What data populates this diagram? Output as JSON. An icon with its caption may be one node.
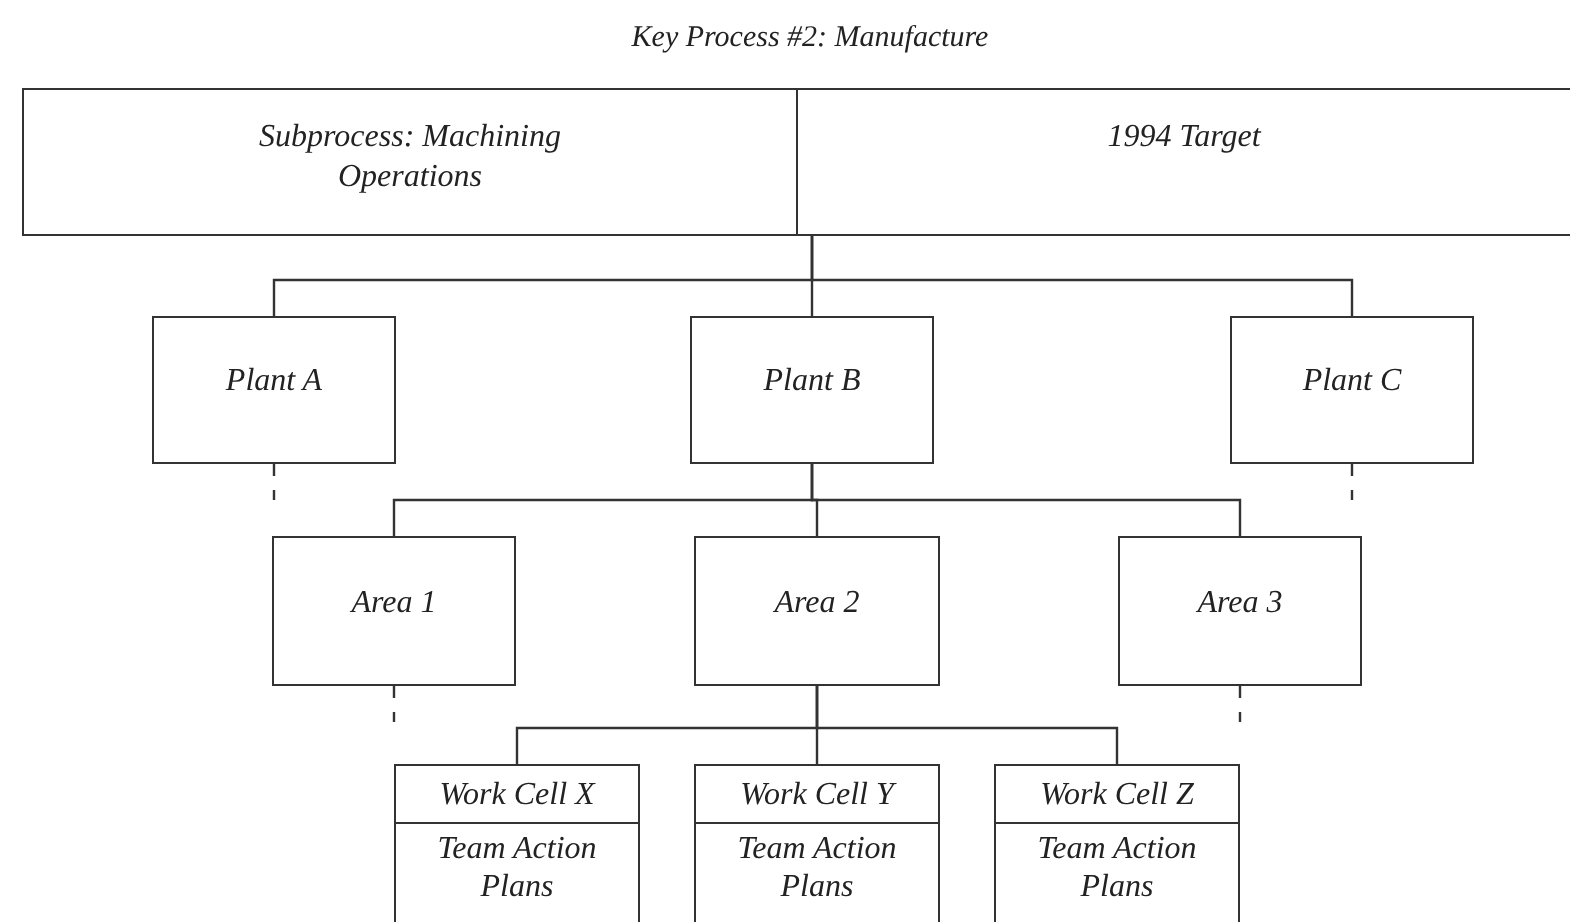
{
  "diagram": {
    "title": "Key Process #2: Manufacture",
    "nodes": [
      {
        "text": [
          "Subprocess: Machining Operations",
          "1994 Target"
        ]
      },
      {
        "text": [
          "Plant A"
        ]
      },
      {
        "text": [
          "Plant B"
        ]
      },
      {
        "text": [
          "Plant C"
        ]
      },
      {
        "text": [
          "Area 1"
        ]
      },
      {
        "text": [
          "Area 2"
        ]
      },
      {
        "text": [
          "Area 3"
        ]
      },
      {
        "text": [
          "Work Cell X",
          "Team Action Plans"
        ]
      },
      {
        "text": [
          "Work Cell Y",
          "Team Action Plans"
        ]
      },
      {
        "text": [
          "Work Cell Z",
          "Team Action Plans"
        ]
      }
    ],
    "edges": [
      {
        "from": 0,
        "to": 1,
        "arrow": "none"
      },
      {
        "from": 0,
        "to": 2,
        "arrow": "none"
      },
      {
        "from": 0,
        "to": 3,
        "arrow": "none"
      },
      {
        "from": 1,
        "to": null,
        "arrow": "none",
        "style": "dashed"
      },
      {
        "from": 3,
        "to": null,
        "arrow": "none",
        "style": "dashed"
      },
      {
        "from": 2,
        "to": 4,
        "arrow": "none"
      },
      {
        "from": 2,
        "to": 5,
        "arrow": "none"
      },
      {
        "from": 2,
        "to": 6,
        "arrow": "none"
      },
      {
        "from": 4,
        "to": null,
        "arrow": "none",
        "style": "dashed"
      },
      {
        "from": 6,
        "to": null,
        "arrow": "none",
        "style": "dashed"
      },
      {
        "from": 5,
        "to": 7,
        "arrow": "none"
      },
      {
        "from": 5,
        "to": 8,
        "arrow": "none"
      },
      {
        "from": 5,
        "to": 9,
        "arrow": "none"
      }
    ]
  }
}
